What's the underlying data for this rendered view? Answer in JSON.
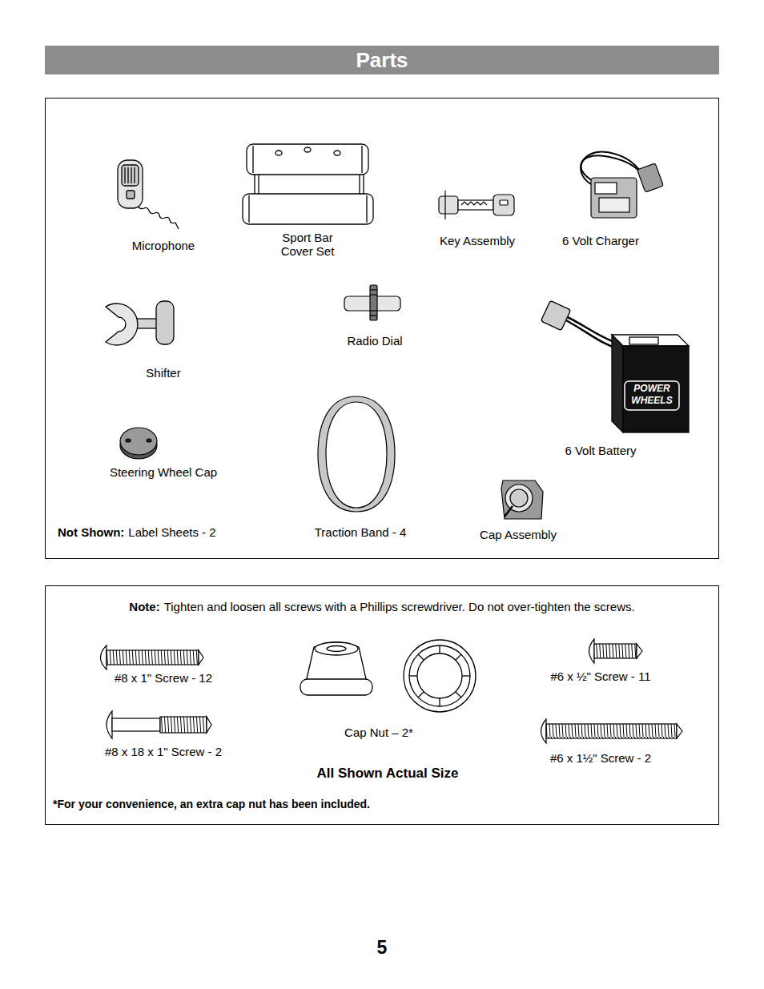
{
  "diagram": {
    "title": "Parts",
    "labels": [
      "Microphone",
      "Sport Bar Cover Set",
      "Key Assembly",
      "6 Volt Charger",
      "Shifter",
      "Radio Dial",
      "6 Volt Battery",
      "Steering Wheel Cap",
      "Traction Band - 4",
      "Cap Assembly",
      "Not Shown:",
      "Label Sheets - 2",
      "Note:",
      "Tighten and loosen all screws with a Phillips screwdriver. Do not over-tighten the screws.",
      "#8 x 1\" Screw - 12",
      "Cap Nut – 2*",
      "#6 x ½\" Screw - 11",
      "#8 x 18 x 1\" Screw - 2",
      "#6 x 1½\" Screw - 2",
      "All Shown Actual Size",
      "*For your convenience, an extra cap nut has been included.",
      "5",
      "POWER WHEELS"
    ]
  }
}
